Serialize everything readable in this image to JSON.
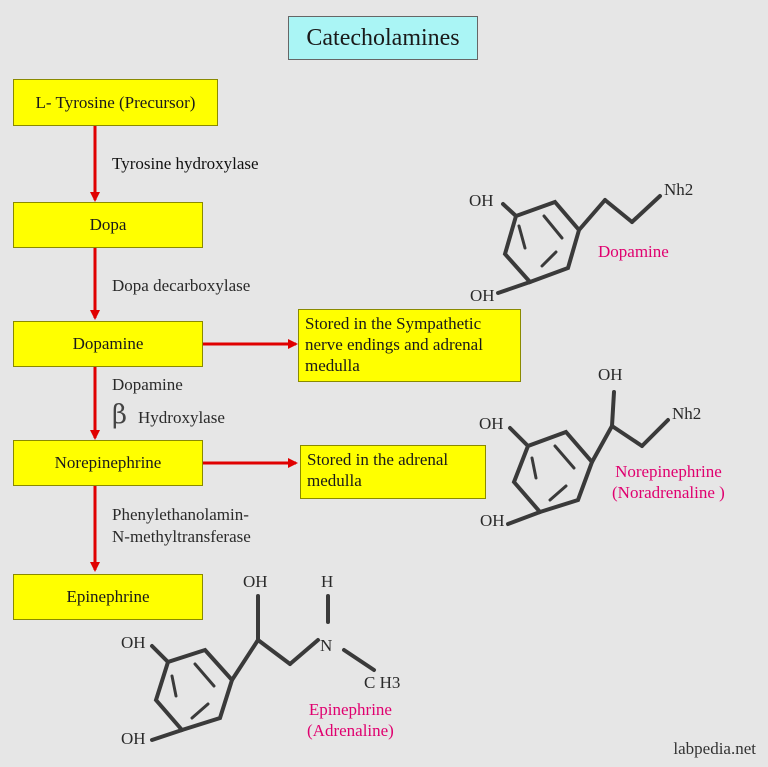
{
  "title": "Catecholamines",
  "pathway": {
    "steps": [
      "L- Tyrosine (Precursor)",
      "Dopa",
      "Dopamine",
      "Norepinephrine",
      "Epinephrine"
    ],
    "enzymes": {
      "e1": "Tyrosine hydroxylase",
      "e2": "Dopa decarboxylase",
      "e3_line1": "Dopamine",
      "e3_beta": "β",
      "e3_line2": "Hydroxylase",
      "e4": "Phenylethanolamin-\nN-methyltransferase"
    },
    "storage": {
      "dopamine": "Stored in the Sympathetic\nnerve endings and adrenal\nmedulla",
      "norepinephrine": "Stored in the adrenal\nmedulla"
    }
  },
  "structures": {
    "dopamine": {
      "oh_top": "OH",
      "oh_bottom": "OH",
      "amine": "Nh2",
      "name": "Dopamine"
    },
    "norepinephrine": {
      "oh_side": "OH",
      "oh_top": "OH",
      "oh_bottom": "OH",
      "amine": "Nh2",
      "name": "Norepinephrine\n(Noradrenaline )"
    },
    "epinephrine": {
      "oh_side": "OH",
      "oh_top": "OH",
      "oh_bottom": "OH",
      "h": "H",
      "n": "N",
      "ch3": "C H3",
      "name": "Epinephrine\n(Adrenaline)"
    }
  },
  "footer": "labpedia.net",
  "colors": {
    "box": "#ffff00",
    "title_bg": "#aaf5f5",
    "arrow": "#e00000",
    "name_text": "#e0006f",
    "background": "#e6e6e6"
  }
}
